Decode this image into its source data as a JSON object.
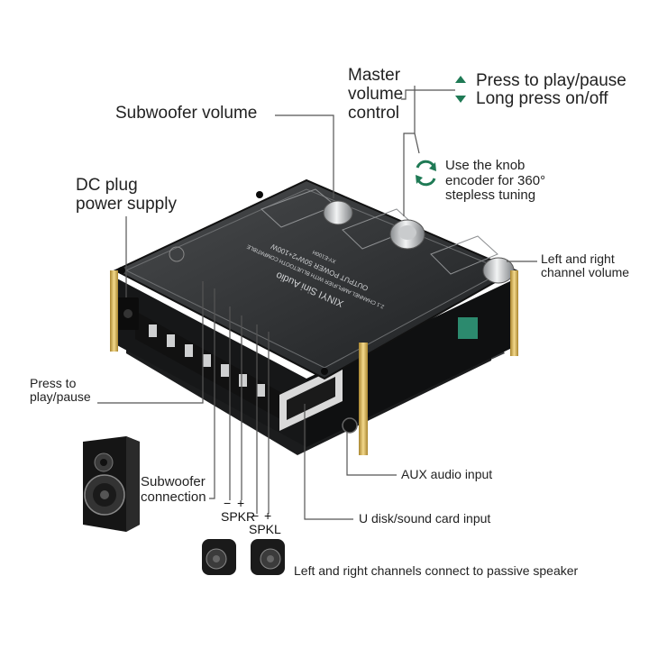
{
  "labels": {
    "master_volume": "Master\nvolume\ncontrol",
    "press_play_pause_top": "Press to play/pause",
    "long_press": "Long press on/off",
    "subwoofer_volume": "Subwoofer volume",
    "dc_plug": "DC plug\npower supply",
    "knob_encoder": "Use the knob\nencoder for 360°\nstepless tuning",
    "lr_volume": "Left and right\nchannel volume",
    "press_play_pause_left": "Press to\nplay/pause",
    "subwoofer_connection": "Subwoofer\nconnection",
    "aux_input": "AUX audio input",
    "udisk_input": "U disk/sound card input",
    "passive_speaker": "Left and right channels connect to passive speaker"
  },
  "terminals": {
    "spkr": "SPKR",
    "spkl": "SPKL",
    "minus": "−",
    "plus": "+"
  },
  "board_text": {
    "brand": "XINYI Sini Audio",
    "line1": "2.1 CHANNEL AMPLIFIER WITH BLUETOOTH COMPATIBLE",
    "line2": "OUTPUT POWER 50W*2+100W",
    "model": "XY-E100H"
  },
  "colors": {
    "accent_green": "#1f7a55",
    "line": "#555555",
    "board": "#2b2d2f",
    "pillar": "#d8b35a"
  }
}
